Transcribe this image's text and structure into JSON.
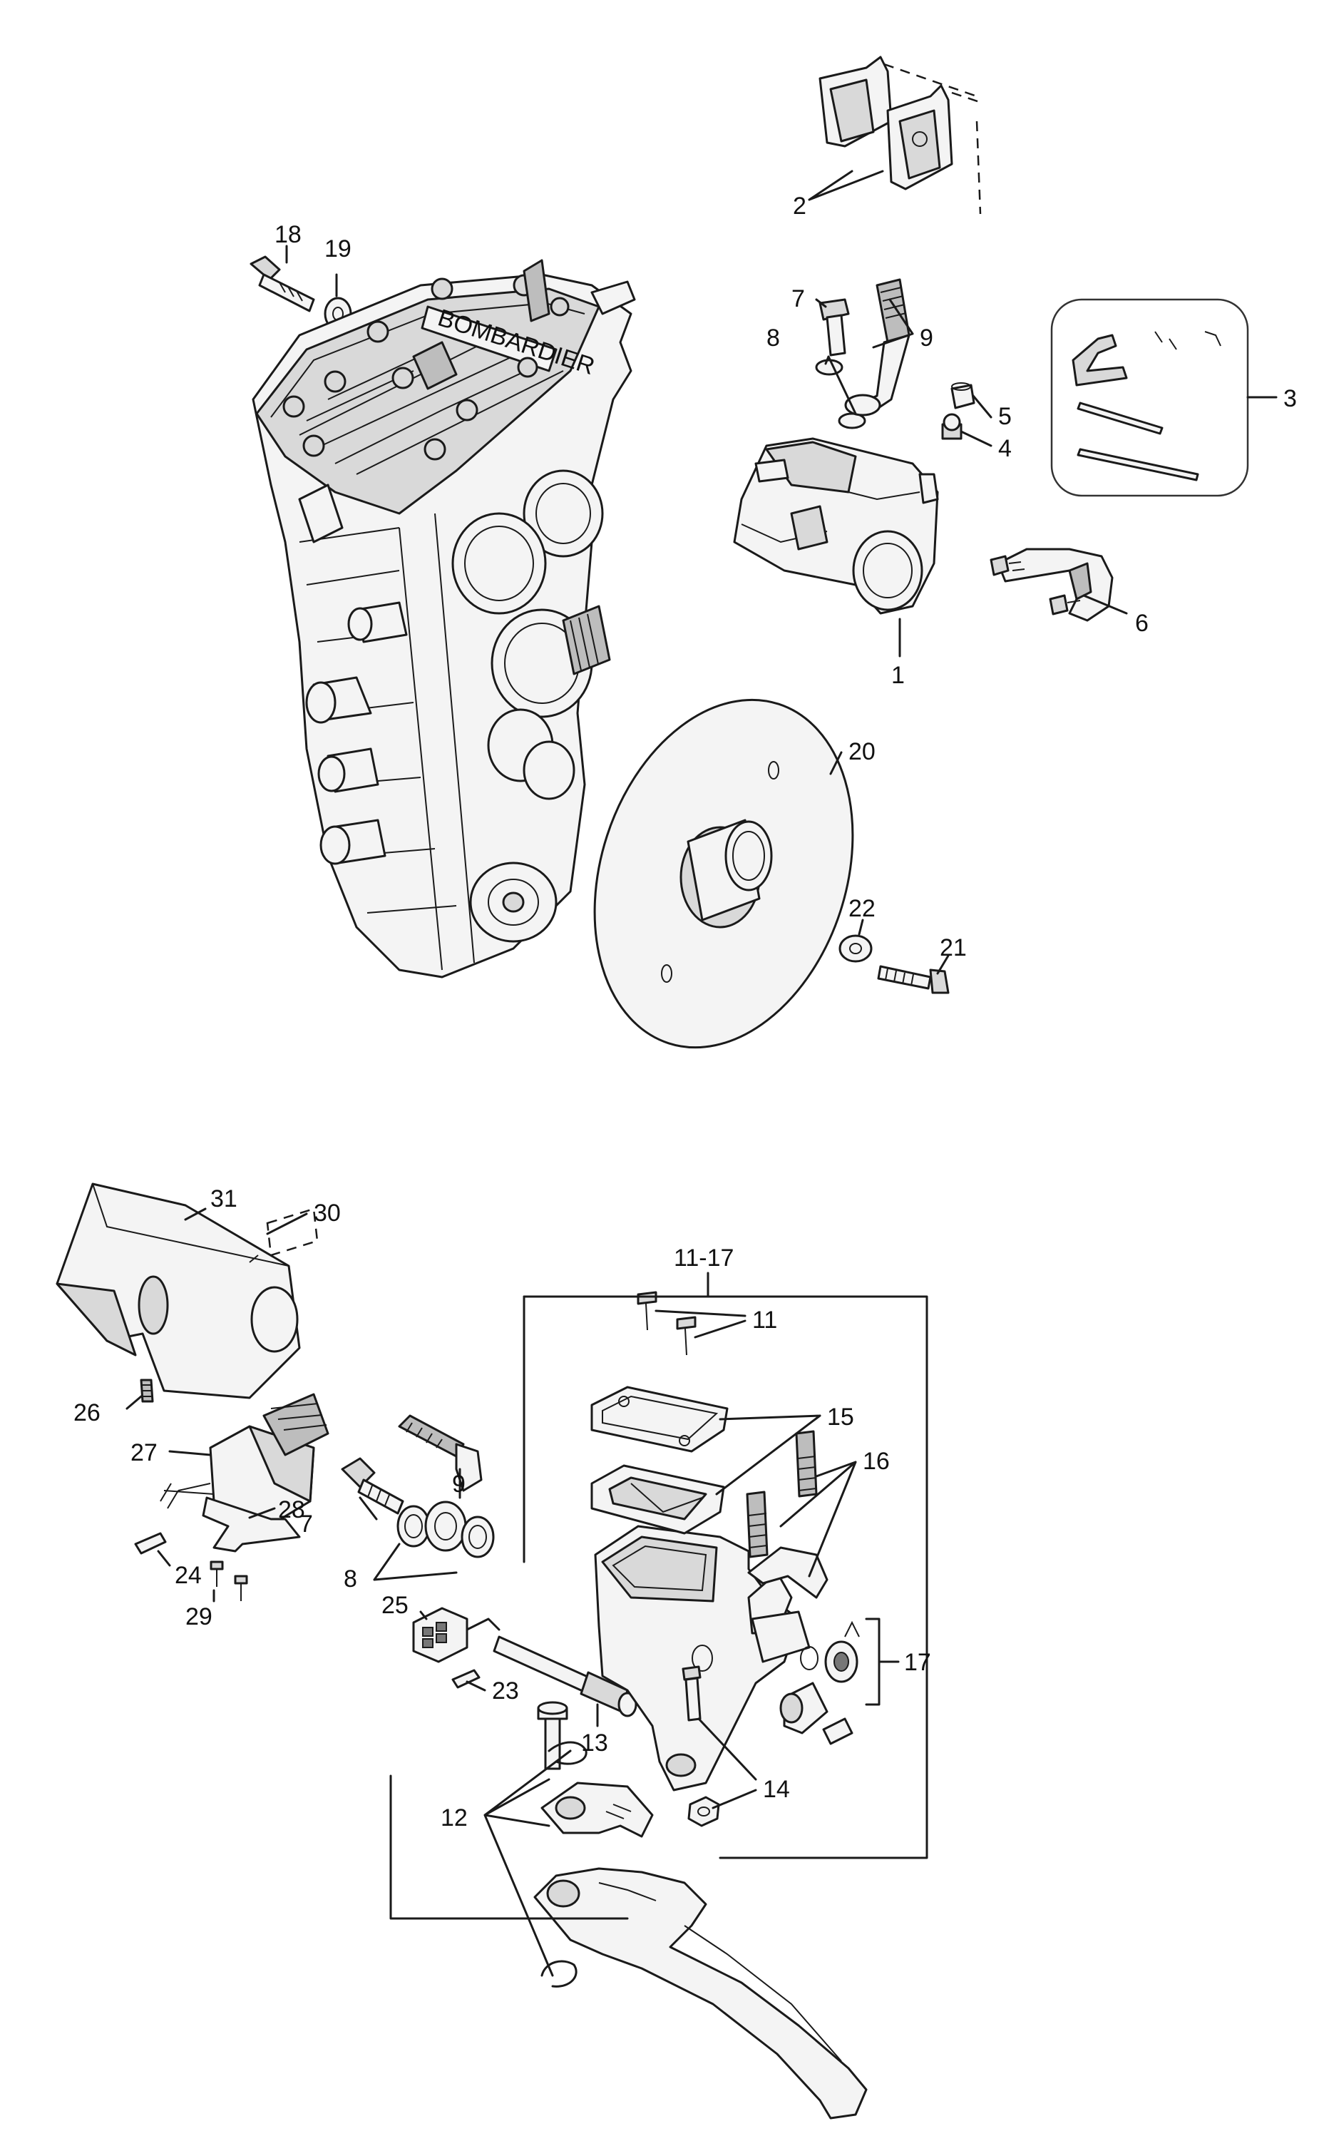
{
  "diagram": {
    "brand_label": "BOMBARDIER",
    "callouts": [
      {
        "id": "c1",
        "text": "1"
      },
      {
        "id": "c2",
        "text": "2"
      },
      {
        "id": "c3",
        "text": "3"
      },
      {
        "id": "c4",
        "text": "4"
      },
      {
        "id": "c5",
        "text": "5"
      },
      {
        "id": "c6",
        "text": "6"
      },
      {
        "id": "c7a",
        "text": "7"
      },
      {
        "id": "c8a",
        "text": "8"
      },
      {
        "id": "c9a",
        "text": "9"
      },
      {
        "id": "c18",
        "text": "18"
      },
      {
        "id": "c19",
        "text": "19"
      },
      {
        "id": "c20",
        "text": "20"
      },
      {
        "id": "c21",
        "text": "21"
      },
      {
        "id": "c22",
        "text": "22"
      },
      {
        "id": "c31",
        "text": "31"
      },
      {
        "id": "c30",
        "text": "30"
      },
      {
        "id": "c1117",
        "text": "11-17"
      },
      {
        "id": "c11",
        "text": "11"
      },
      {
        "id": "c15",
        "text": "15"
      },
      {
        "id": "c16",
        "text": "16"
      },
      {
        "id": "c26",
        "text": "26"
      },
      {
        "id": "c27",
        "text": "27"
      },
      {
        "id": "c9b",
        "text": "9"
      },
      {
        "id": "c28",
        "text": "28"
      },
      {
        "id": "c7b",
        "text": "7"
      },
      {
        "id": "c8b",
        "text": "8"
      },
      {
        "id": "c24",
        "text": "24"
      },
      {
        "id": "c29",
        "text": "29"
      },
      {
        "id": "c25",
        "text": "25"
      },
      {
        "id": "c17",
        "text": "17"
      },
      {
        "id": "c23",
        "text": "23"
      },
      {
        "id": "c13",
        "text": "13"
      },
      {
        "id": "c14",
        "text": "14"
      },
      {
        "id": "c12",
        "text": "12"
      }
    ]
  }
}
